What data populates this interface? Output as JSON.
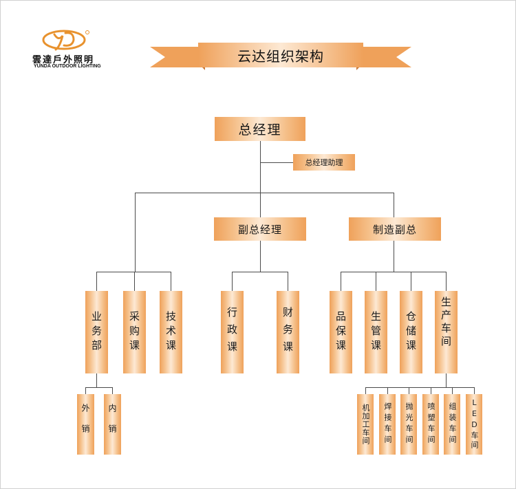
{
  "logo": {
    "icon": "yd-script-logo-icon",
    "chinese": "雲達戶外照明",
    "english": "YUNDA OUTDOOR LIGHTING"
  },
  "title": "云达组织架构",
  "nodes": {
    "gm": "总经理",
    "gm_assistant": "总经理助理",
    "deputy_gm": "副总经理",
    "mfg_deputy": "制造副总",
    "sales": "业务部",
    "purchasing": "采购课",
    "tech": "技术课",
    "admin": "行政课",
    "finance": "财务课",
    "qa": "品保课",
    "prod_mgmt": "生管课",
    "warehouse": "仓储课",
    "workshop": "生产车间",
    "export_sales": "外销",
    "domestic_sales": "内销",
    "machining": "机加工车间",
    "welding": "焊接车间",
    "polishing": "抛光车间",
    "painting": "喷塑车间",
    "assembly": "组装车间",
    "led": "LED车间"
  },
  "colors": {
    "accent_dark": "#efa15a",
    "accent_light": "#fde9d4",
    "logo_orange": "#e8922e",
    "line": "#4a4a4a"
  }
}
